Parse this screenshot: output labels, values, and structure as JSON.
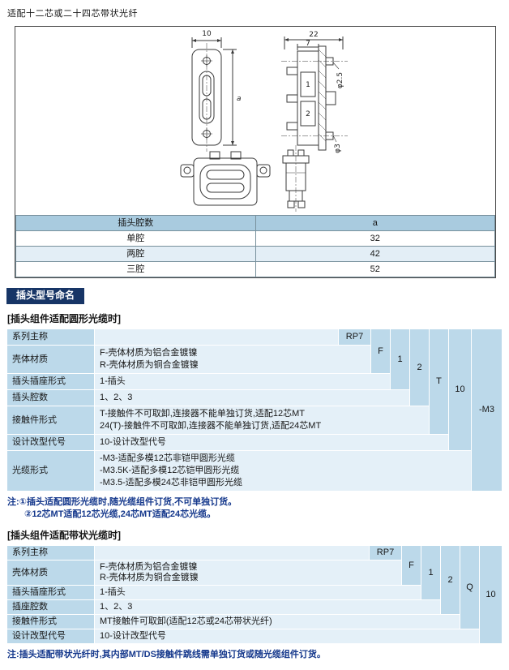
{
  "page": {
    "top_note": "适配十二芯或二十四芯带状光纤",
    "banner": "插头型号命名"
  },
  "drawing": {
    "dims": {
      "width": "10",
      "depth": "22",
      "seven": "7",
      "d25": "φ2.5",
      "d3": "φ3",
      "a": "a"
    },
    "markers": {
      "m1": "1",
      "m2": "2"
    }
  },
  "spec_table": {
    "headers": [
      "插头腔数",
      "a"
    ],
    "rows": [
      {
        "label": "单腔",
        "value": "32"
      },
      {
        "label": "两腔",
        "value": "42"
      },
      {
        "label": "三腔",
        "value": "52"
      }
    ]
  },
  "round_section": {
    "heading": "[插头组件适配圆形光缆时]",
    "series_label": "系列主称",
    "codes": [
      "RP7",
      "F",
      "1",
      "2",
      "T",
      "10",
      "-M3"
    ],
    "rows": [
      {
        "label": "壳体材质",
        "lines": [
          "F-壳体材质为铝合金镀镍",
          "R-壳体材质为铜合金镀镍"
        ]
      },
      {
        "label": "插头插座形式",
        "lines": [
          "1-插头"
        ]
      },
      {
        "label": "插头腔数",
        "lines": [
          "1、2、3"
        ]
      },
      {
        "label": "接触件形式",
        "lines": [
          "T-接触件不可取卸,连接器不能单独订货,适配12芯MT",
          "24(T)-接触件不可取卸,连接器不能单独订货,适配24芯MT"
        ]
      },
      {
        "label": "设计改型代号",
        "lines": [
          "10-设计改型代号"
        ]
      },
      {
        "label": "光缆形式",
        "lines": [
          "-M3-适配多模12芯非铠甲圆形光缆",
          "-M3.5K-适配多模12芯铠甲圆形光缆",
          "-M3.5-适配多模24芯非铠甲圆形光缆"
        ]
      }
    ],
    "notes": [
      "注:①插头适配圆形光缆时,随光缆组件订货,不可单独订货。",
      "②12芯MT适配12芯光缆,24芯MT适配24芯光缆。"
    ]
  },
  "ribbon_section": {
    "heading": "[插头组件适配带状光缆时]",
    "series_label": "系列主称",
    "codes": [
      "RP7",
      "F",
      "1",
      "2",
      "Q",
      "10"
    ],
    "rows": [
      {
        "label": "壳体材质",
        "lines": [
          "F-壳体材质为铝合金镀镍",
          "R-壳体材质为铜合金镀镍"
        ]
      },
      {
        "label": "插头插座形式",
        "lines": [
          "1-插头"
        ]
      },
      {
        "label": "插座腔数",
        "lines": [
          "1、2、3"
        ]
      },
      {
        "label": "接触件形式",
        "lines": [
          "MT接触件可取卸(适配12芯或24芯带状光纤)"
        ]
      },
      {
        "label": "设计改型代号",
        "lines": [
          "10-设计改型代号"
        ]
      }
    ],
    "note": "注:插头适配带状光纤时,其内部MT/DS接触件跳线需单独订货或随光缆组件订货。"
  },
  "colors": {
    "banner_navy": "#173566",
    "cell_blue": "#bcd9ea",
    "cell_light": "#e4f0f8",
    "header_blue": "#a9cbdf",
    "note_blue": "#15388c"
  }
}
